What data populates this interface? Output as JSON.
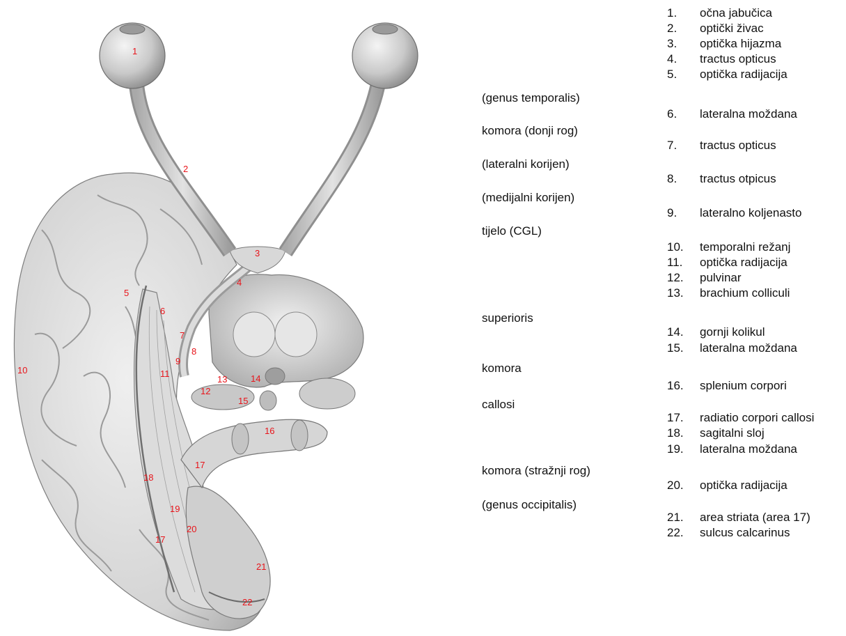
{
  "illustration": {
    "markers": [
      {
        "num": "1"
      },
      {
        "num": "2"
      },
      {
        "num": "3"
      },
      {
        "num": "4"
      },
      {
        "num": "5"
      },
      {
        "num": "6"
      },
      {
        "num": "7"
      },
      {
        "num": "8"
      },
      {
        "num": "9"
      },
      {
        "num": "10"
      },
      {
        "num": "11"
      },
      {
        "num": "12"
      },
      {
        "num": "13"
      },
      {
        "num": "14"
      },
      {
        "num": "15"
      },
      {
        "num": "16"
      },
      {
        "num": "17"
      },
      {
        "num": "17"
      },
      {
        "num": "18"
      },
      {
        "num": "19"
      },
      {
        "num": "20"
      },
      {
        "num": "21"
      },
      {
        "num": "22"
      }
    ],
    "marker_color": "#e8141a"
  },
  "legend": {
    "items": [
      {
        "num": "1.",
        "text": "očna jabučica"
      },
      {
        "num": "2.",
        "text": "optički živac"
      },
      {
        "num": "3.",
        "text": "optička hijazma"
      },
      {
        "num": "4.",
        "text": "tractus opticus"
      },
      {
        "num": "5.",
        "text": "optička radijacija"
      },
      {
        "num": "6.",
        "text": "lateralna moždana"
      },
      {
        "num": "7.",
        "text": "tractus opticus"
      },
      {
        "num": "8.",
        "text": "tractus otpicus"
      },
      {
        "num": "9.",
        "text": "lateralno koljenasto"
      },
      {
        "num": "10.",
        "text": "temporalni režanj"
      },
      {
        "num": "11.",
        "text": "optička radijacija"
      },
      {
        "num": "12.",
        "text": "pulvinar"
      },
      {
        "num": "13.",
        "text": "brachium colliculi"
      },
      {
        "num": "14.",
        "text": "gornji kolikul"
      },
      {
        "num": "15.",
        "text": "lateralna moždana"
      },
      {
        "num": "16.",
        "text": "splenium corpori"
      },
      {
        "num": "17.",
        "text": "radiatio corpori callosi"
      },
      {
        "num": "18.",
        "text": "sagitalni sloj"
      },
      {
        "num": "19.",
        "text": "lateralna moždana"
      },
      {
        "num": "20.",
        "text": "optička radijacija"
      },
      {
        "num": "21.",
        "text": "area striata (area 17)"
      },
      {
        "num": "22.",
        "text": "sulcus calcarinus"
      }
    ],
    "continuations": [
      "(genus temporalis)",
      "komora (donji rog)",
      "(lateralni korijen)",
      "(medijalni korijen)",
      "tijelo (CGL)",
      "superioris",
      "komora",
      "callosi",
      "komora (stražnji rog)",
      "(genus occipitalis)"
    ]
  }
}
